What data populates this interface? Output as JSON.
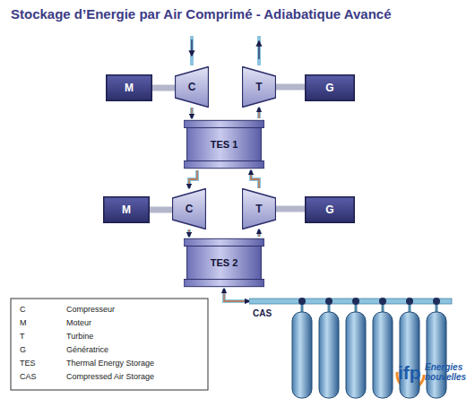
{
  "diagram": {
    "title": "Stockage d’Energie par Air Comprimé - Adiabatique Avancé",
    "nodes": [
      {
        "text": [
          "M"
        ]
      },
      {
        "text": [
          "C"
        ]
      },
      {
        "text": [
          "T"
        ]
      },
      {
        "text": [
          "G"
        ]
      },
      {
        "text": [
          "TES 1"
        ]
      },
      {
        "text": [
          "M"
        ]
      },
      {
        "text": [
          "C"
        ]
      },
      {
        "text": [
          "T"
        ]
      },
      {
        "text": [
          "G"
        ]
      },
      {
        "text": [
          "TES 2"
        ]
      },
      {
        "text": [
          "CAS"
        ]
      }
    ],
    "edges": [
      {
        "from": 0,
        "to": 1,
        "arrow": "none"
      },
      {
        "from": 2,
        "to": 3,
        "arrow": "none"
      },
      {
        "from": 1,
        "to": 4,
        "arrow": "to"
      },
      {
        "from": 4,
        "to": 2,
        "arrow": "to"
      },
      {
        "from": 4,
        "to": 6,
        "arrow": "to"
      },
      {
        "from": 7,
        "to": 4,
        "arrow": "to"
      },
      {
        "from": 5,
        "to": 6,
        "arrow": "none"
      },
      {
        "from": 7,
        "to": 8,
        "arrow": "none"
      },
      {
        "from": 6,
        "to": 9,
        "arrow": "to"
      },
      {
        "from": 9,
        "to": 7,
        "arrow": "to"
      },
      {
        "from": 9,
        "to": 10,
        "arrow": "both"
      }
    ],
    "labels": [
      "C",
      "Compresseur",
      "M",
      "Moteur",
      "T",
      "Turbine",
      "G",
      "Génératrice",
      "TES",
      "Thermal Energy Storage",
      "CAS",
      "Compressed Air Storage",
      "ifp",
      "Energies nouvelles"
    ]
  }
}
